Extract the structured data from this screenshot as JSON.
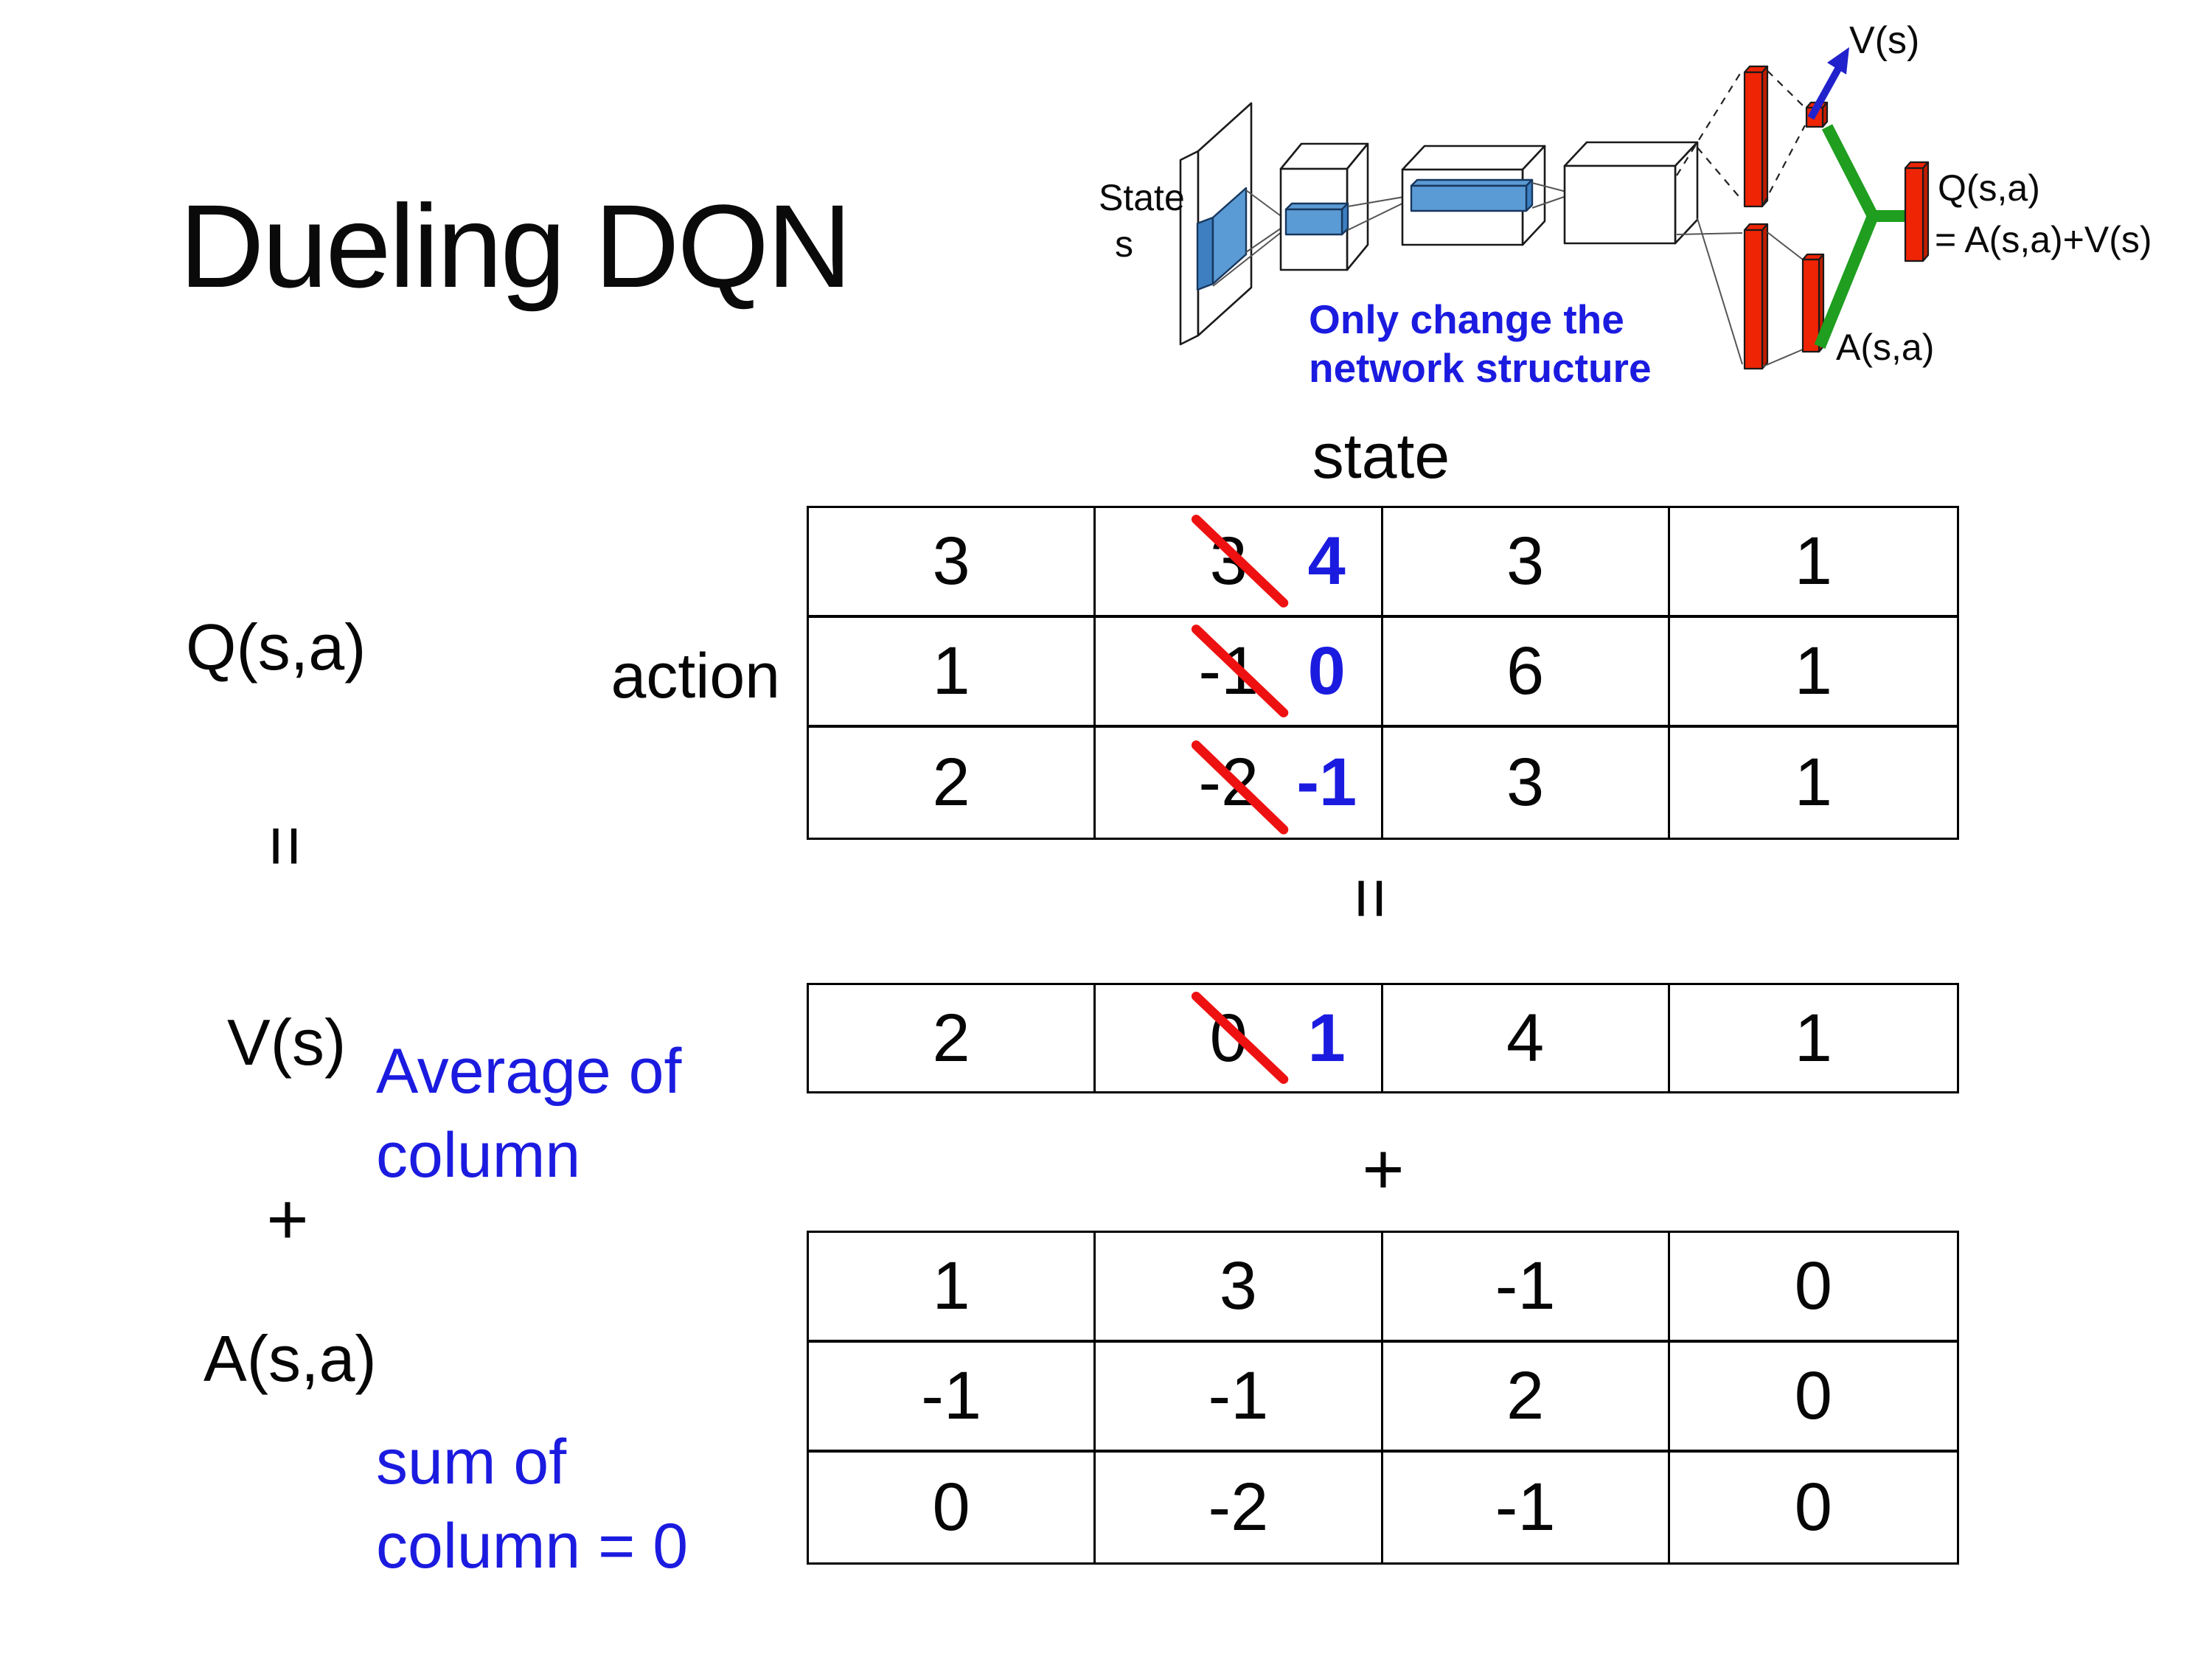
{
  "slide": {
    "title": "Dueling DQN"
  },
  "diagram": {
    "state_label_1": "State",
    "state_label_2": "s",
    "v_out_label": "V(s)",
    "q_out_label_1": "Q(s,a)",
    "q_out_label_2": "= A(s,a)+V(s)",
    "a_out_label": "A(s,a)",
    "note_line_1": "Only change the",
    "note_line_2": "network structure"
  },
  "matrix_section": {
    "state_axis": "state",
    "action_axis": "action",
    "lhs": {
      "q": "Q(s,a)",
      "eq": "=",
      "v": "V(s)",
      "plus": "+",
      "a": "A(s,a)"
    },
    "mid_eq": "=",
    "mid_plus": "+",
    "annotation_avg_1": "Average of",
    "annotation_avg_2": "column",
    "annotation_sum_1": "sum of",
    "annotation_sum_2": "column = 0",
    "q_table": {
      "r0": {
        "c0": "3",
        "c1_old": "3",
        "c1_new": "4",
        "c2": "3",
        "c3": "1"
      },
      "r1": {
        "c0": "1",
        "c1_old": "-1",
        "c1_new": "0",
        "c2": "6",
        "c3": "1"
      },
      "r2": {
        "c0": "2",
        "c1_old": "-2",
        "c1_new": "-1",
        "c2": "3",
        "c3": "1"
      }
    },
    "v_table": {
      "c0": "2",
      "c1_old": "0",
      "c1_new": "1",
      "c2": "4",
      "c3": "1"
    },
    "a_table": {
      "r0": {
        "c0": "1",
        "c1": "3",
        "c2": "-1",
        "c3": "0"
      },
      "r1": {
        "c0": "-1",
        "c1": "-1",
        "c2": "2",
        "c3": "0"
      },
      "r2": {
        "c0": "0",
        "c1": "-2",
        "c2": "-1",
        "c3": "0"
      }
    }
  },
  "colors": {
    "blue": "#1b1be0",
    "red": "#ee1111",
    "red_bar": "#ee2404",
    "green": "#1f9e1f",
    "filter_blue": "#5b9bd5"
  }
}
